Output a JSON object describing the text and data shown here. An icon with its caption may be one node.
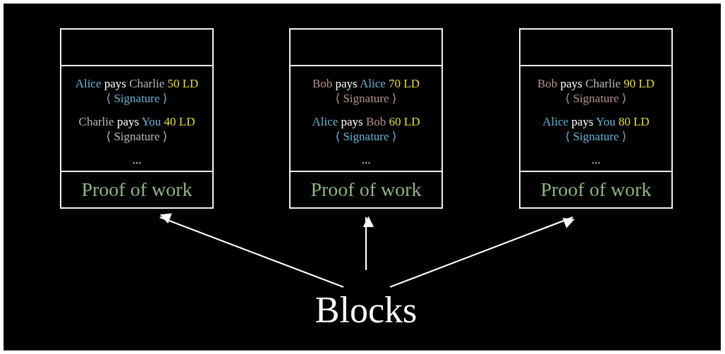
{
  "diagram": {
    "nodes": [
      {
        "text": [
          "Alice pays Charlie 50 LD",
          "⟨ Signature ⟩",
          "Charlie pays You 40 LD",
          "⟨ Signature ⟩",
          "...",
          "Proof of work"
        ]
      },
      {
        "text": [
          "Bob pays Alice 70 LD",
          "⟨ Signature ⟩",
          "Alice pays Bob 60 LD",
          "⟨ Signature ⟩",
          "...",
          "Proof of work"
        ]
      },
      {
        "text": [
          "Bob pays Charlie 90 LD",
          "⟨ Signature ⟩",
          "Alice pays You 80 LD",
          "⟨ Signature ⟩",
          "...",
          "Proof of work"
        ]
      },
      {
        "text": [
          "Blocks"
        ]
      }
    ],
    "edges": [
      {
        "from": 3,
        "to": 0,
        "arrow": "to"
      },
      {
        "from": 3,
        "to": 1,
        "arrow": "to"
      },
      {
        "from": 3,
        "to": 2,
        "arrow": "to"
      }
    ]
  }
}
